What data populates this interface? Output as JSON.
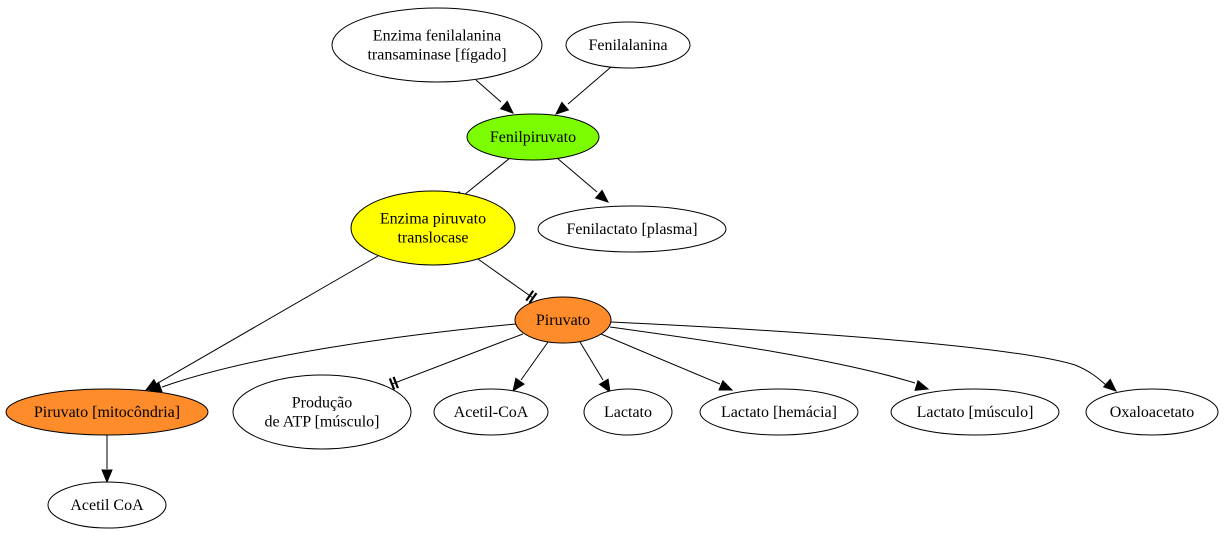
{
  "nodes": {
    "enzima_fenilalanina_transaminase": {
      "lines": [
        "Enzima fenilalanina",
        "transaminase [fígado]"
      ],
      "fill": "#ffffff"
    },
    "fenilalanina": {
      "lines": [
        "Fenilalanina"
      ],
      "fill": "#ffffff"
    },
    "fenilpiruvato": {
      "lines": [
        "Fenilpiruvato"
      ],
      "fill": "#7cfc00"
    },
    "enzima_piruvato_translocase": {
      "lines": [
        "Enzima piruvato",
        "translocase"
      ],
      "fill": "#ffff00"
    },
    "fenilactato_plasma": {
      "lines": [
        "Fenilactato [plasma]"
      ],
      "fill": "#ffffff"
    },
    "piruvato": {
      "lines": [
        "Piruvato"
      ],
      "fill": "#ff8c2a"
    },
    "piruvato_mitocondria": {
      "lines": [
        "Piruvato [mitocôndria]"
      ],
      "fill": "#ff8c2a"
    },
    "producao_atp": {
      "lines": [
        "Produção",
        "de ATP [músculo]"
      ],
      "fill": "#ffffff"
    },
    "acetil_coa_hyphen": {
      "lines": [
        "Acetil-CoA"
      ],
      "fill": "#ffffff"
    },
    "lactato": {
      "lines": [
        "Lactato"
      ],
      "fill": "#ffffff"
    },
    "lactato_hemacia": {
      "lines": [
        "Lactato [hemácia]"
      ],
      "fill": "#ffffff"
    },
    "lactato_musculo": {
      "lines": [
        "Lactato [músculo]"
      ],
      "fill": "#ffffff"
    },
    "oxaloacetato": {
      "lines": [
        "Oxaloacetato"
      ],
      "fill": "#ffffff"
    },
    "acetil_coa": {
      "lines": [
        "Acetil CoA"
      ],
      "fill": "#ffffff"
    }
  },
  "edges": [
    {
      "from": "enzima_fenilalanina_transaminase",
      "to": "fenilpiruvato",
      "style": "arrow"
    },
    {
      "from": "fenilalanina",
      "to": "fenilpiruvato",
      "style": "arrow"
    },
    {
      "from": "fenilpiruvato",
      "to": "enzima_piruvato_translocase",
      "style": "inhibit"
    },
    {
      "from": "fenilpiruvato",
      "to": "fenilactato_plasma",
      "style": "arrow"
    },
    {
      "from": "enzima_piruvato_translocase",
      "to": "piruvato",
      "style": "inhibit"
    },
    {
      "from": "enzima_piruvato_translocase",
      "to": "piruvato_mitocondria",
      "style": "arrow"
    },
    {
      "from": "piruvato",
      "to": "piruvato_mitocondria",
      "style": "arrow"
    },
    {
      "from": "piruvato",
      "to": "producao_atp",
      "style": "inhibit"
    },
    {
      "from": "piruvato",
      "to": "acetil_coa_hyphen",
      "style": "arrow"
    },
    {
      "from": "piruvato",
      "to": "lactato",
      "style": "arrow"
    },
    {
      "from": "piruvato",
      "to": "lactato_hemacia",
      "style": "arrow"
    },
    {
      "from": "piruvato",
      "to": "lactato_musculo",
      "style": "arrow"
    },
    {
      "from": "piruvato",
      "to": "oxaloacetato",
      "style": "arrow"
    },
    {
      "from": "piruvato_mitocondria",
      "to": "acetil_coa",
      "style": "arrow"
    }
  ]
}
